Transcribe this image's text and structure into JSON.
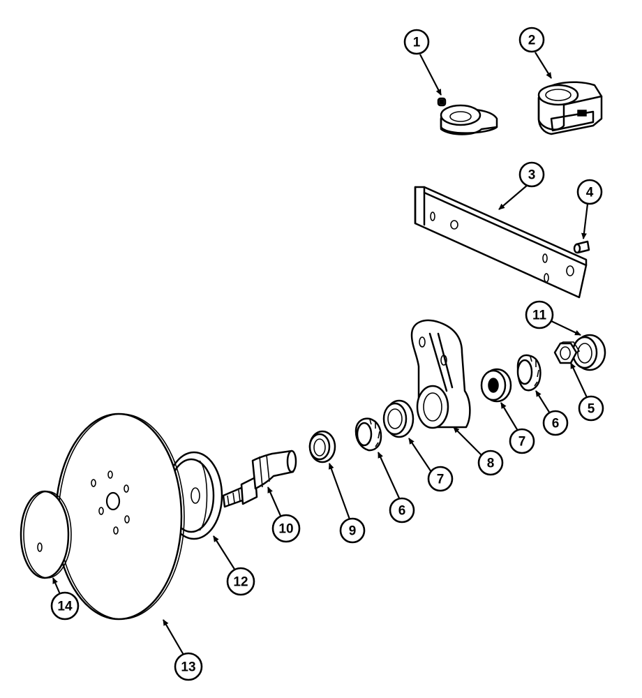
{
  "callouts": [
    {
      "label": "1"
    },
    {
      "label": "2"
    },
    {
      "label": "3"
    },
    {
      "label": "4"
    },
    {
      "label": "11"
    },
    {
      "label": "5"
    },
    {
      "label": "6"
    },
    {
      "label": "7"
    },
    {
      "label": "8"
    },
    {
      "label": "7"
    },
    {
      "label": "6"
    },
    {
      "label": "9"
    },
    {
      "label": "10"
    },
    {
      "label": "12"
    },
    {
      "label": "14"
    },
    {
      "label": "13"
    }
  ]
}
